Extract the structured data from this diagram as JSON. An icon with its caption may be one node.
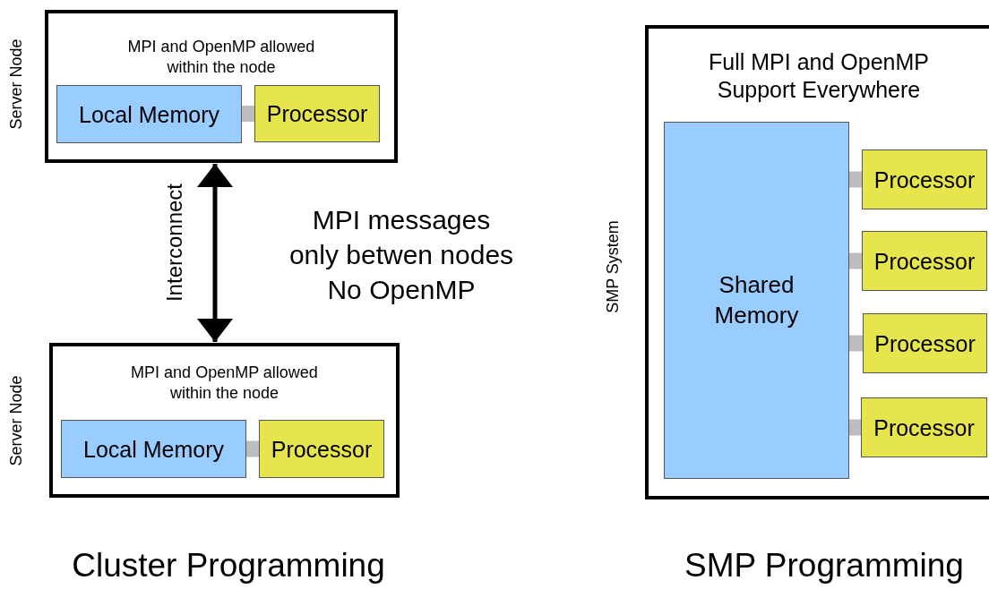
{
  "diagram": {
    "nodes": [
      {
        "text": [
          "MPI and OpenMP allowed within the node"
        ],
        "beside": [
          "Server Node"
        ]
      },
      {
        "text": [
          "Local Memory"
        ],
        "in": 0
      },
      {
        "text": [
          "Processor"
        ],
        "in": 0
      },
      {
        "text": [
          "MPI and OpenMP allowed within the node"
        ],
        "beside": [
          "Server Node"
        ]
      },
      {
        "text": [
          "Local Memory"
        ],
        "in": 3
      },
      {
        "text": [
          "Processor"
        ],
        "in": 3
      },
      {
        "text": [
          "Full MPI and OpenMP Support Everywhere"
        ],
        "beside": [
          "SMP System"
        ]
      },
      {
        "text": [
          "Shared Memory"
        ],
        "in": 6
      },
      {
        "text": [
          "Processor"
        ],
        "in": 6
      },
      {
        "text": [
          "Processor"
        ],
        "in": 6
      },
      {
        "text": [
          "Processor"
        ],
        "in": 6
      },
      {
        "text": [
          "Processor"
        ],
        "in": 6
      }
    ],
    "edges": [
      {
        "from": 1,
        "to": 2,
        "arrow": "none"
      },
      {
        "from": 0,
        "to": 3,
        "arrow": "both",
        "label": "Interconnect",
        "color": "#000000"
      },
      {
        "from": 4,
        "to": 5,
        "arrow": "none"
      },
      {
        "from": 7,
        "to": 8,
        "arrow": "none"
      },
      {
        "from": 7,
        "to": 9,
        "arrow": "none"
      },
      {
        "from": 7,
        "to": 10,
        "arrow": "none"
      },
      {
        "from": 7,
        "to": 11,
        "arrow": "none"
      }
    ],
    "labels": [
      "MPI messages only betwen nodes No OpenMP",
      "Cluster Programming",
      "SMP Programming"
    ]
  }
}
